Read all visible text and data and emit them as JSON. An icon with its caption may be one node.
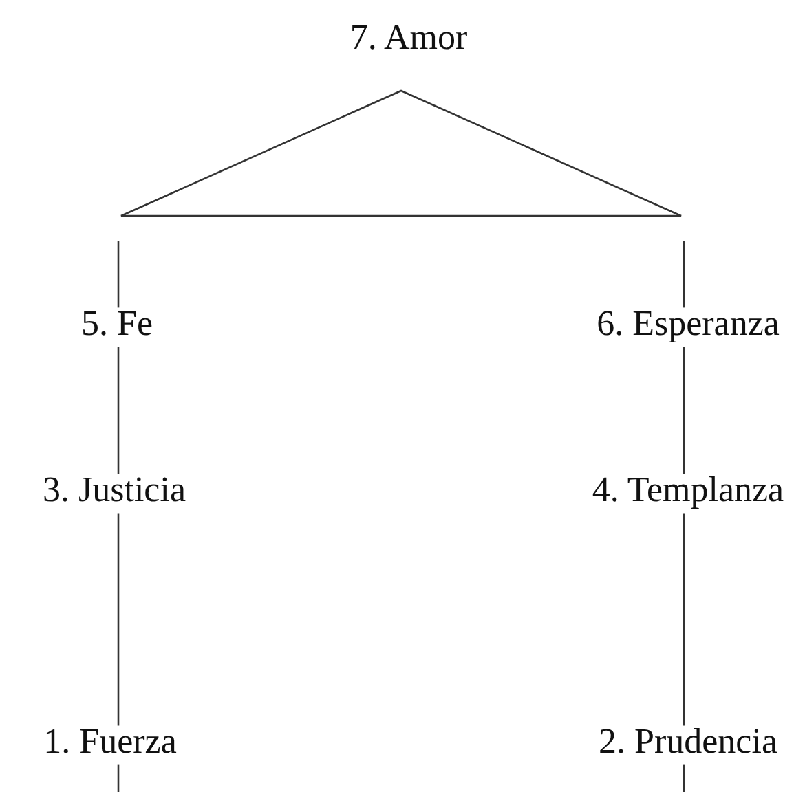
{
  "diagram": {
    "nodes": [
      {
        "text": [
          "7. Amor"
        ]
      },
      {
        "text": [],
        "shape": "triangle"
      },
      {
        "text": [
          "5. Fe"
        ]
      },
      {
        "text": [
          "6. Esperanza"
        ]
      },
      {
        "text": [
          "3. Justicia"
        ]
      },
      {
        "text": [
          "4. Templanza"
        ]
      },
      {
        "text": [
          "1. Fuerza"
        ]
      },
      {
        "text": [
          "2. Prudencia"
        ]
      }
    ],
    "edges": [
      {
        "from": 1,
        "to": 2,
        "arrow": "none"
      },
      {
        "from": 1,
        "to": 3,
        "arrow": "none"
      },
      {
        "from": 2,
        "to": 4,
        "arrow": "none"
      },
      {
        "from": 4,
        "to": 6,
        "arrow": "none"
      },
      {
        "from": 3,
        "to": 5,
        "arrow": "none"
      },
      {
        "from": 5,
        "to": 7,
        "arrow": "none"
      },
      {
        "from": 6,
        "to": null,
        "arrow": "none"
      },
      {
        "from": 7,
        "to": null,
        "arrow": "none"
      }
    ]
  }
}
